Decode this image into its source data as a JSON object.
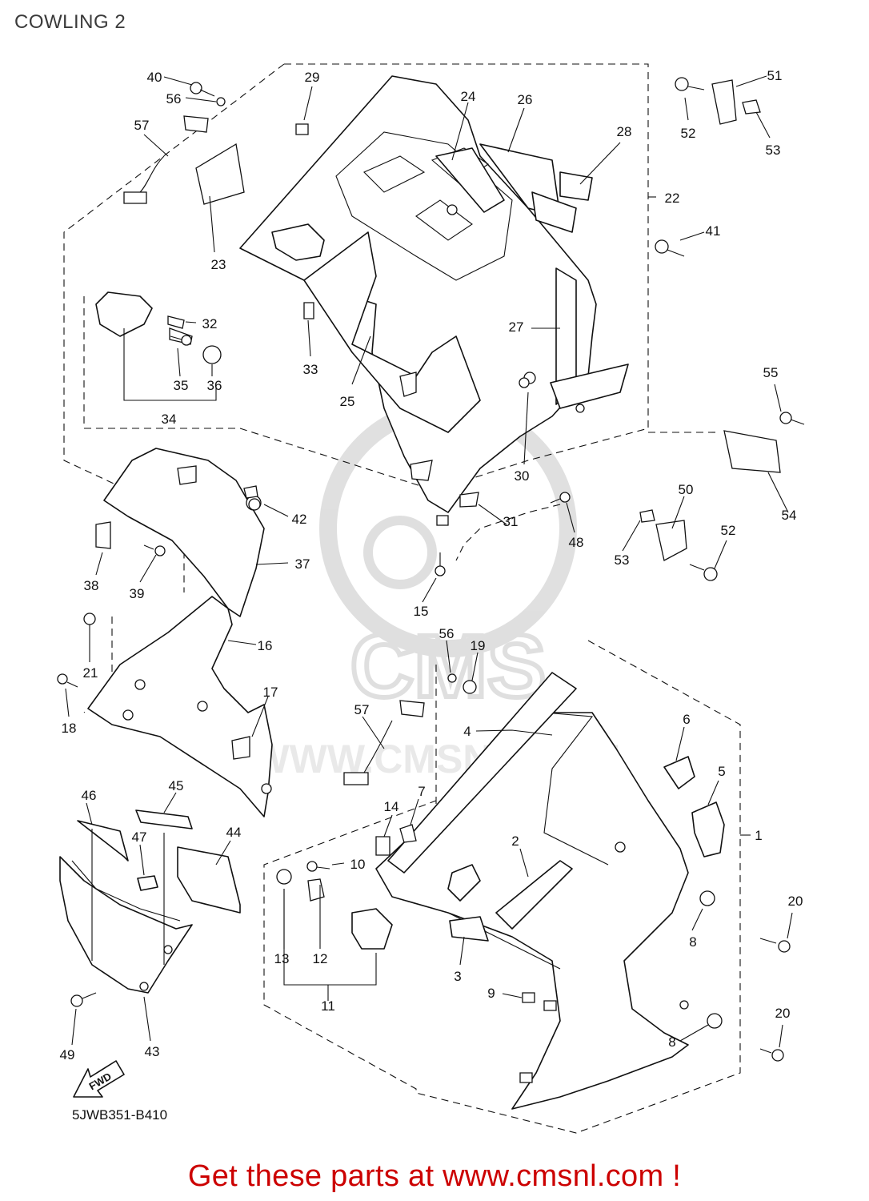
{
  "title": "COWLING 2",
  "diagram_code": "5JWB351-B410",
  "promo": "Get these parts at www.cmsnl.com !",
  "watermark": {
    "brand": "CMS",
    "url": "WWW.CMSNL.COM"
  },
  "fwd_label": "FWD",
  "callouts": {
    "c1": "1",
    "c2": "2",
    "c3": "3",
    "c4": "4",
    "c5": "5",
    "c6": "6",
    "c7": "7",
    "c8a": "8",
    "c8b": "8",
    "c9": "9",
    "c10": "10",
    "c11": "11",
    "c12": "12",
    "c13": "13",
    "c14": "14",
    "c15": "15",
    "c16": "16",
    "c17": "17",
    "c18": "18",
    "c19": "19",
    "c20a": "20",
    "c20b": "20",
    "c21": "21",
    "c22": "22",
    "c23": "23",
    "c24": "24",
    "c25": "25",
    "c26": "26",
    "c27": "27",
    "c28": "28",
    "c29": "29",
    "c30": "30",
    "c31": "31",
    "c32": "32",
    "c33": "33",
    "c34": "34",
    "c35": "35",
    "c36": "36",
    "c37": "37",
    "c38": "38",
    "c39": "39",
    "c40": "40",
    "c41": "41",
    "c42": "42",
    "c43": "43",
    "c44": "44",
    "c45": "45",
    "c46": "46",
    "c47": "47",
    "c48": "48",
    "c49": "49",
    "c50": "50",
    "c51": "51",
    "c52a": "52",
    "c52b": "52",
    "c53a": "53",
    "c53b": "53",
    "c54": "54",
    "c55": "55",
    "c56a": "56",
    "c56b": "56",
    "c57a": "57",
    "c57b": "57"
  }
}
